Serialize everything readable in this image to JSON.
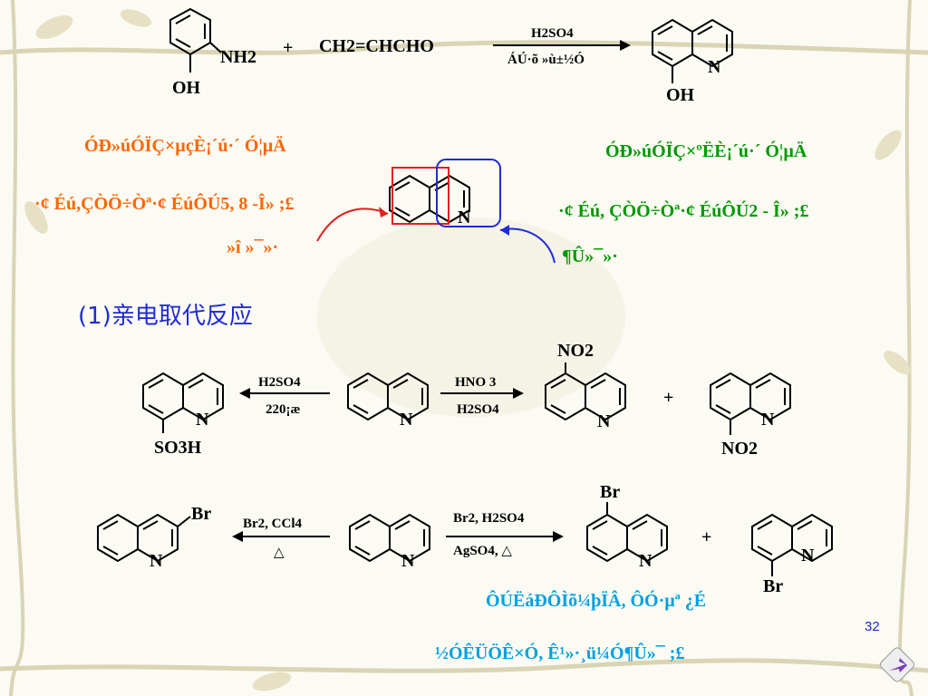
{
  "colors": {
    "orange": "#ff6600",
    "green": "#009900",
    "blue": "#1f2bd6",
    "cyan": "#00a0e0",
    "red": "#e02020",
    "vine": "#c9c4a0"
  },
  "page_number": "32",
  "reaction1": {
    "reactant_nh2": "NH2",
    "reactant_oh": "OH",
    "plus": "+",
    "reagent": "CH2=CHCHO",
    "cond_top": "H2SO4",
    "cond_bottom": "ÁÚ·õ »ù±½Ó",
    "product_n": "N",
    "product_oh": "OH"
  },
  "notes": {
    "orange_1": "ÓÐ»úÓÏÇ×µçÈ¡´ú·´ Ó¦µÄ",
    "orange_2": "·¢ Éú,ÇÒÖ÷Òª·¢ ÉúÔÚ5, 8 -Î» ;£",
    "orange_3": "»î »¯»·",
    "green_1": "ÓÐ»úÓÏÇ×ºËÈ¡´ú·´ Ó¦µÄ",
    "green_2": "·¢ Éú, ÇÒÖ÷Òª·¢ ÉúÔÚ2 - Î» ;£",
    "green_3": "¶Û»¯»·",
    "center_n": "N"
  },
  "section_title": "(1)亲电取代反应",
  "nitration": {
    "n": "N",
    "cond_top": "HNO 3",
    "cond_bottom": "H2SO4",
    "no2_top": "NO2",
    "plus": "+",
    "no2_bottom": "NO2"
  },
  "sulfonation": {
    "n": "N",
    "cond_top": "H2SO4",
    "cond_bottom": "220¡æ",
    "so3h": "SO3H"
  },
  "bromination_left": {
    "n": "N",
    "cond_top": "Br2, CCl4",
    "cond_bottom": "△",
    "br": "Br"
  },
  "bromination_right": {
    "n": "N",
    "cond_top": "Br2, H2SO4",
    "cond_bottom": "AgSO4,  △",
    "br_top": "Br",
    "plus": "+",
    "br_bottom": "Br"
  },
  "footer": {
    "cyan_1": "ÔÚËáÐÔÌõ¼þÏÂ,  ÔÓ·µª ¿É",
    "cyan_2": "½ÓÊÜÖÊ×Ó, Ê¹»·¸ü¼Ó¶Û»¯ ;£"
  }
}
